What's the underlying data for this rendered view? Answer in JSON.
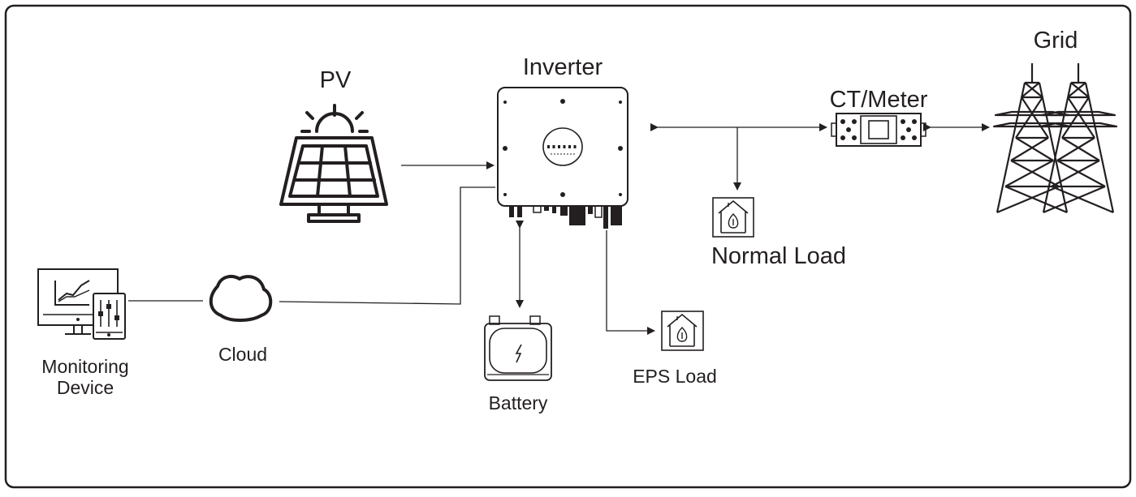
{
  "nodes": {
    "pv": "PV",
    "inverter": "Inverter",
    "ct_meter": "CT/Meter",
    "grid": "Grid",
    "normal_load": "Normal Load",
    "eps_load": "EPS Load",
    "battery": "Battery",
    "cloud": "Cloud",
    "monitoring_device_line1": "Monitoring",
    "monitoring_device_line2": "Device"
  },
  "colors": {
    "stroke": "#231f20",
    "background": "#ffffff"
  }
}
